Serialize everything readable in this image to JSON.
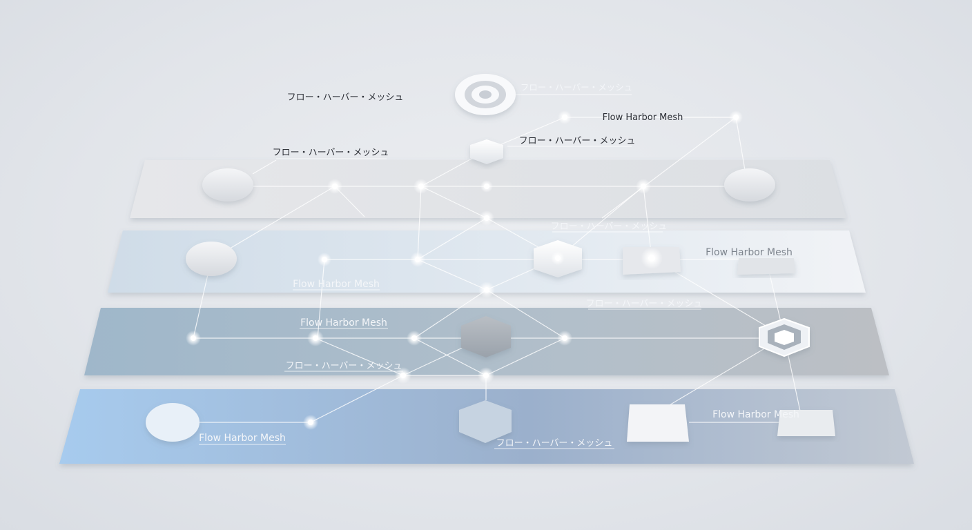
{
  "colors": {
    "background": "#e4e7eb",
    "layer1": "#e3e5e9",
    "layer2": "#dde6ef",
    "layer3": "#a9bccb",
    "layer4": "#a9c5e3",
    "node_glow": "#ffffff",
    "edge": "#ffffff",
    "label_dark": "#2c2f36",
    "label_light": "#f4f6f9"
  },
  "labels": [
    {
      "id": "lbl-top-left",
      "text": "フロー・ハーバー・メッシュ",
      "tone": "dark"
    },
    {
      "id": "lbl-top-right",
      "text": "フロー・ハーバー・メッシュ",
      "tone": "light"
    },
    {
      "id": "lbl-flow-top",
      "text": "Flow Harbor Mesh",
      "tone": "dark"
    },
    {
      "id": "lbl-hex-top",
      "text": "フロー・ハーバー・メッシュ",
      "tone": "dark"
    },
    {
      "id": "lbl-layer1-left",
      "text": "フロー・ハーバー・メッシュ",
      "tone": "dark"
    },
    {
      "id": "lbl-layer2-center",
      "text": "フロー・ハーバー・メッシュ",
      "tone": "light"
    },
    {
      "id": "lbl-layer2-right",
      "text": "Flow Harbor Mesh",
      "tone": "mid"
    },
    {
      "id": "lbl-layer2-left",
      "text": "Flow Harbor Mesh",
      "tone": "light"
    },
    {
      "id": "lbl-layer3-right",
      "text": "フロー・ハーバー・メッシュ",
      "tone": "light"
    },
    {
      "id": "lbl-layer3-left",
      "text": "Flow Harbor Mesh",
      "tone": "light"
    },
    {
      "id": "lbl-layer3-bottom",
      "text": "フロー・ハーバー・メッシュ",
      "tone": "light"
    },
    {
      "id": "lbl-layer4-left",
      "text": "Flow Harbor Mesh",
      "tone": "light"
    },
    {
      "id": "lbl-layer4-right",
      "text": "Flow Harbor Mesh",
      "tone": "light"
    },
    {
      "id": "lbl-layer4-center",
      "text": "フロー・ハーバー・メッシュ",
      "tone": "light"
    }
  ]
}
